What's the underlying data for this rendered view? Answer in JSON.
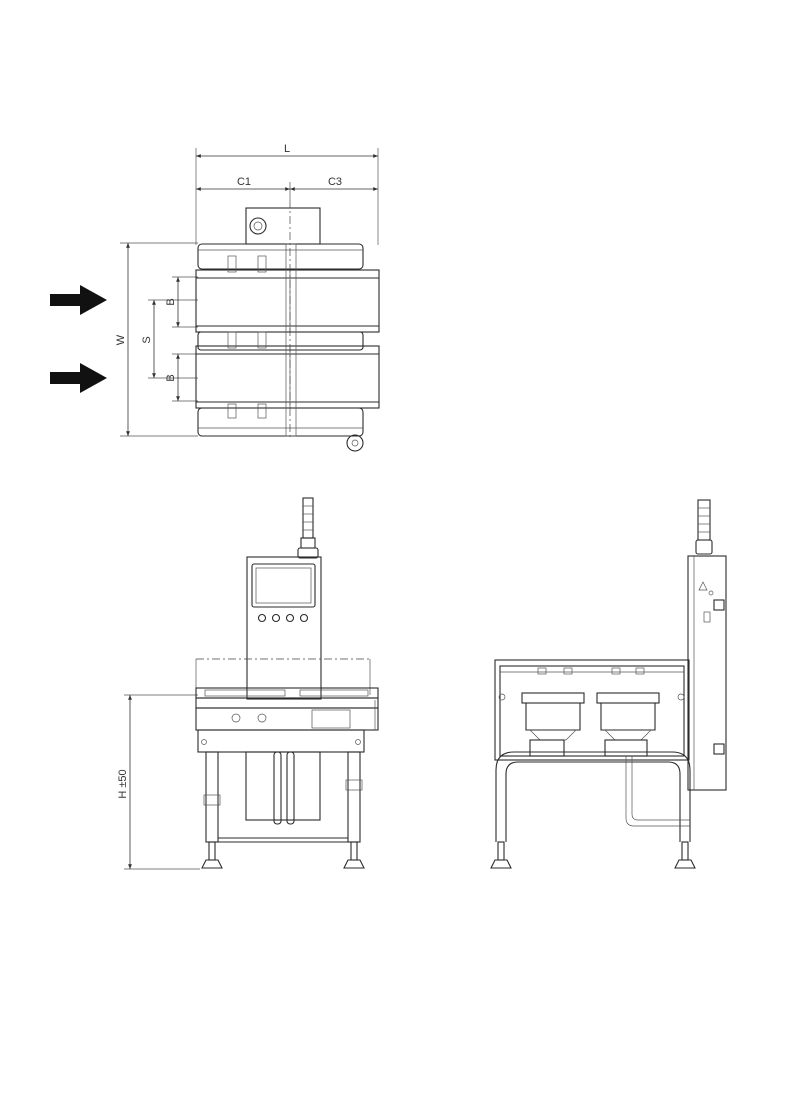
{
  "top_view": {
    "dim_length": "L",
    "dim_c1": "C1",
    "dim_c3": "C3",
    "dim_width": "W",
    "dim_spacing": "S",
    "dim_belt_upper": "B",
    "dim_belt_lower": "B",
    "flow_arrows": [
      "arrow-right",
      "arrow-right"
    ]
  },
  "front_view": {
    "dim_height": "H ±50"
  },
  "side_view": {}
}
